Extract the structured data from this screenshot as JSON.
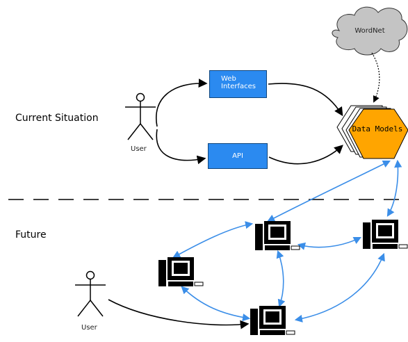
{
  "sections": {
    "current": "Current Situation",
    "future": "Future"
  },
  "users": {
    "top": "User",
    "bottom": "User"
  },
  "boxes": {
    "web_interfaces": "Web\nInterfaces",
    "api": "API"
  },
  "data_models": "Data Models",
  "wordnet": "WordNet",
  "colors": {
    "box_fill": "#2b8af0",
    "hexagon_fill": "#ffa500",
    "cloud_fill": "#c4c4c4",
    "connector_blue": "#3b8ee8",
    "arrow_black": "#000000"
  }
}
